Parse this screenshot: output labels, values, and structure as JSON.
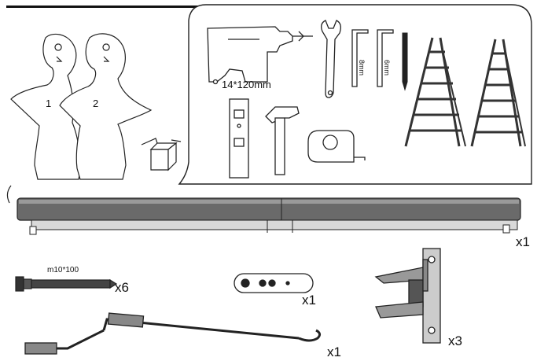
{
  "people": {
    "person_1": "1",
    "person_2": "2"
  },
  "tools": {
    "drill_bit_size": "14*120mm",
    "hex_key_large": "8mm",
    "hex_key_small": "6mm"
  },
  "parts": {
    "awning_qty": "x1",
    "bolt_size": "m10*100",
    "bolt_qty": "x6",
    "plate_qty": "x1",
    "crank_qty": "x1",
    "bracket_qty": "x3"
  }
}
